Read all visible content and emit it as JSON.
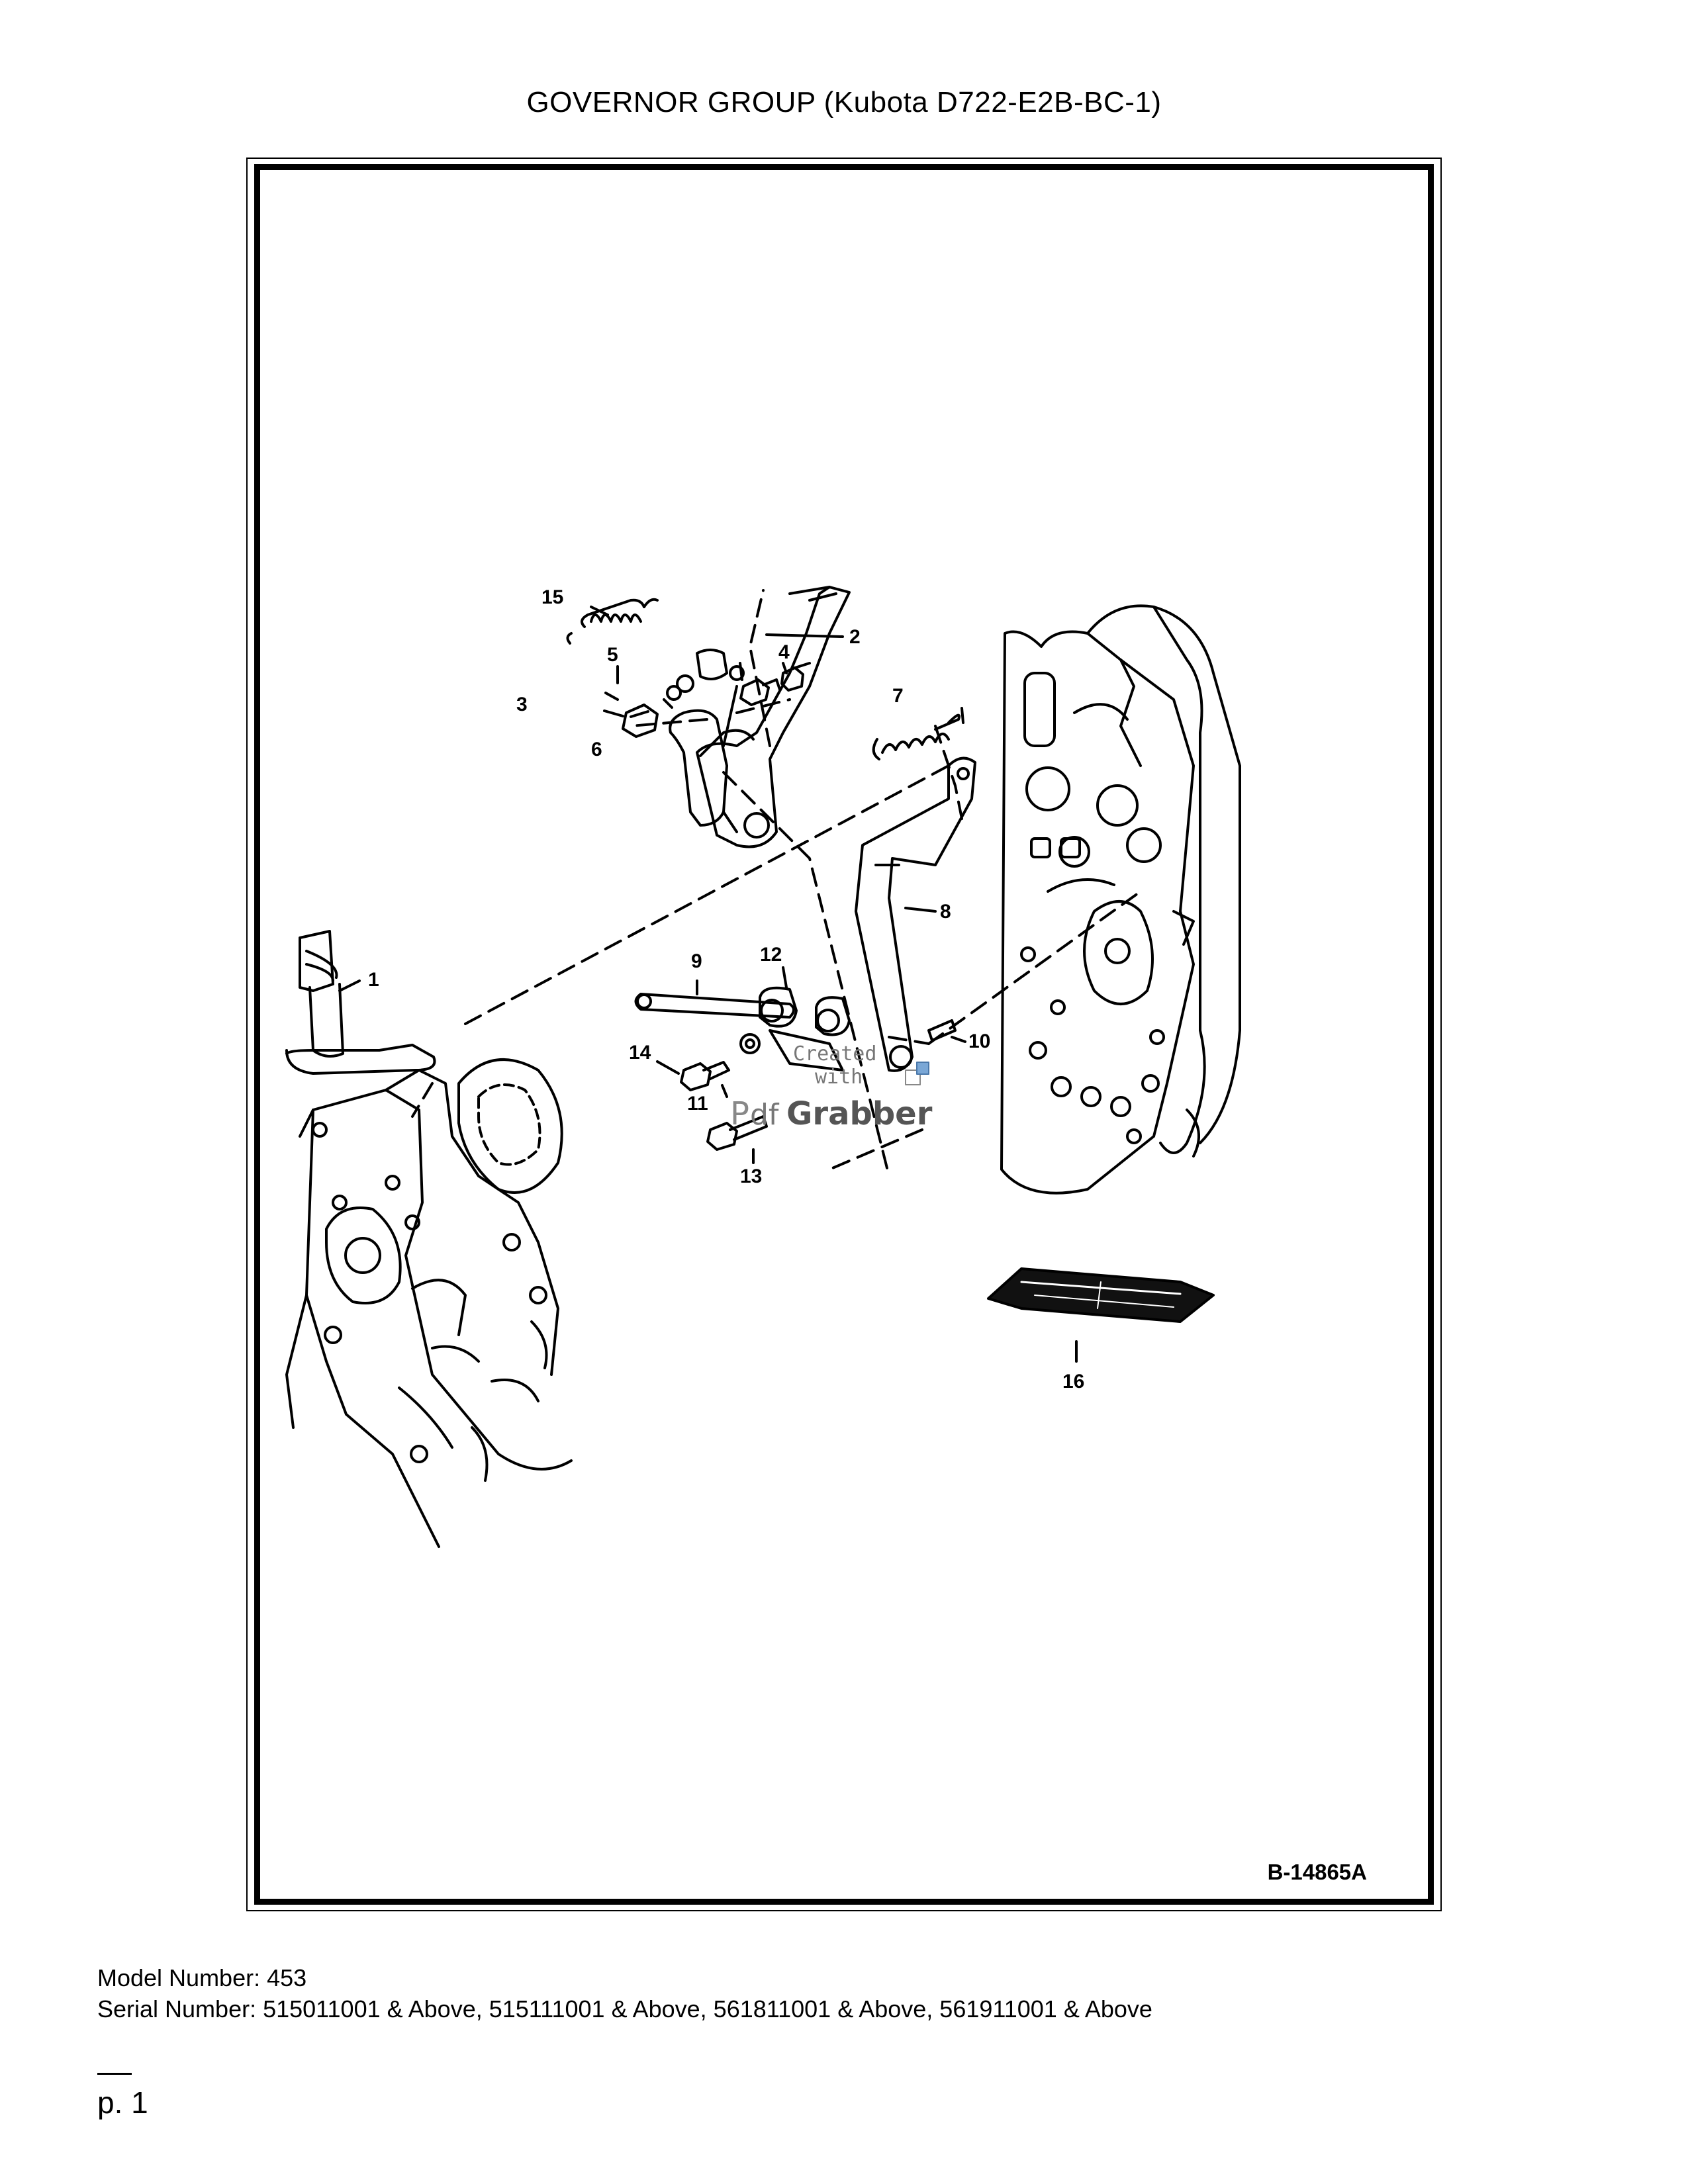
{
  "title": "GOVERNOR GROUP (Kubota D722-E2B-BC-1)",
  "figure": {
    "code": "B-14865A",
    "callouts": [
      {
        "id": "c1",
        "label": "1"
      },
      {
        "id": "c2",
        "label": "2"
      },
      {
        "id": "c3",
        "label": "3"
      },
      {
        "id": "c4",
        "label": "4"
      },
      {
        "id": "c5",
        "label": "5"
      },
      {
        "id": "c6",
        "label": "6"
      },
      {
        "id": "c7",
        "label": "7"
      },
      {
        "id": "c8",
        "label": "8"
      },
      {
        "id": "c9",
        "label": "9"
      },
      {
        "id": "c10",
        "label": "10"
      },
      {
        "id": "c11",
        "label": "11"
      },
      {
        "id": "c12",
        "label": "12"
      },
      {
        "id": "c13",
        "label": "13"
      },
      {
        "id": "c14",
        "label": "14"
      },
      {
        "id": "c15",
        "label": "15"
      },
      {
        "id": "c16",
        "label": "16"
      }
    ],
    "watermark": {
      "line1": "Created",
      "line2": "with",
      "brand_prefix": "P",
      "brand_mid": "df",
      "brand_main": "Grabber"
    }
  },
  "model_number": "Model Number: 453",
  "serial_number": "Serial Number: 515011001 & Above, 515111001 & Above, 561811001 & Above, 561911001 & Above",
  "page_label": "p. 1"
}
